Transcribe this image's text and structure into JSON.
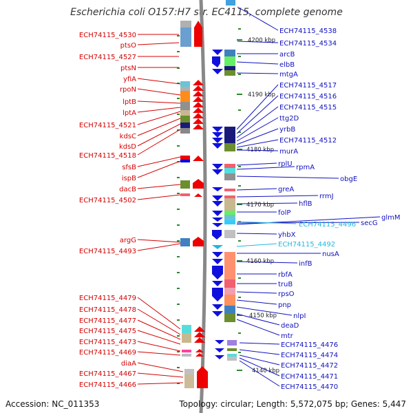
{
  "title": "Escherichia coli O157:H7 str. EC4115, complete genome",
  "accession": "Accession: NC_011353",
  "topology": "Topology: circular; Length: 5,572,075 bp; Genes: 5,447",
  "colors": {
    "left_label": "#d40000",
    "right_label": "#1010c0",
    "highlight_label": "#20b8e0",
    "forward_arrow": "#ee0000",
    "reverse_arrow": "#1010dd"
  },
  "kbp_markers": [
    "4200 kbp",
    "4190 kbp",
    "4180 kbp",
    "4170 kbp",
    "4160 kbp",
    "4150 kbp",
    "4140 kbp"
  ],
  "left_labels": [
    "ECH74115_4530",
    "ptsO",
    "ECH74115_4527",
    "ptsN",
    "yfiA",
    "rpoN",
    "lptB",
    "lptA",
    "ECH74115_4521",
    "kdsC",
    "kdsD",
    "ECH74115_4518",
    "sfsB",
    "ispB",
    "dacB",
    "ECH74115_4502",
    "argG",
    "ECH74115_4493",
    "ECH74115_4479",
    "ECH74115_4478",
    "ECH74115_4477",
    "ECH74115_4475",
    "ECH74115_4473",
    "ECH74115_4469",
    "diaA",
    "ECH74115_4467",
    "ECH74115_4466"
  ],
  "right_labels": [
    "ECH74115_4538",
    "ECH74115_4534",
    "arcB",
    "elbB",
    "mtgA",
    "ECH74115_4517",
    "ECH74115_4516",
    "ECH74115_4515",
    "ttg2D",
    "yrbB",
    "ECH74115_4512",
    "murA",
    "rplU",
    "rpmA",
    "obgE",
    "greA",
    "rrmJ",
    "hflB",
    "folP",
    "glmM",
    "secG",
    "ECH74115_4496",
    "yhbX",
    "ECH74115_4492",
    "nusA",
    "infB",
    "rbfA",
    "truB",
    "rpsO",
    "pnp",
    "nlpI",
    "deaD",
    "mtr",
    "ECH74115_4476",
    "ECH74115_4474",
    "ECH74115_4472",
    "ECH74115_4471",
    "ECH74115_4470"
  ]
}
